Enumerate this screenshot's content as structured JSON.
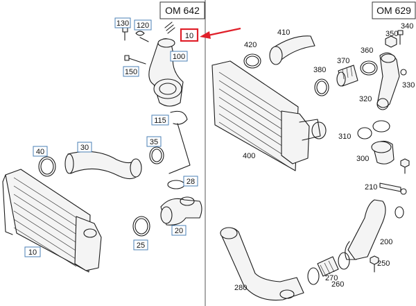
{
  "engines": {
    "left": "OM 642",
    "right": "OM 629"
  },
  "callouts": {
    "highlighted": "10",
    "left": [
      "130",
      "120",
      "150",
      "100",
      "115",
      "40",
      "30",
      "35",
      "28",
      "20",
      "25",
      "10"
    ],
    "right": [
      "410",
      "420",
      "340",
      "350",
      "330",
      "380",
      "370",
      "360",
      "320",
      "400",
      "310",
      "300",
      "210",
      "270",
      "250",
      "200",
      "280",
      "260"
    ]
  },
  "colors": {
    "tag_border": "#4a7fb5",
    "highlight": "#e0202a",
    "line": "#1a1a1a"
  },
  "icons": {
    "pointer": "red-arrow-icon"
  }
}
